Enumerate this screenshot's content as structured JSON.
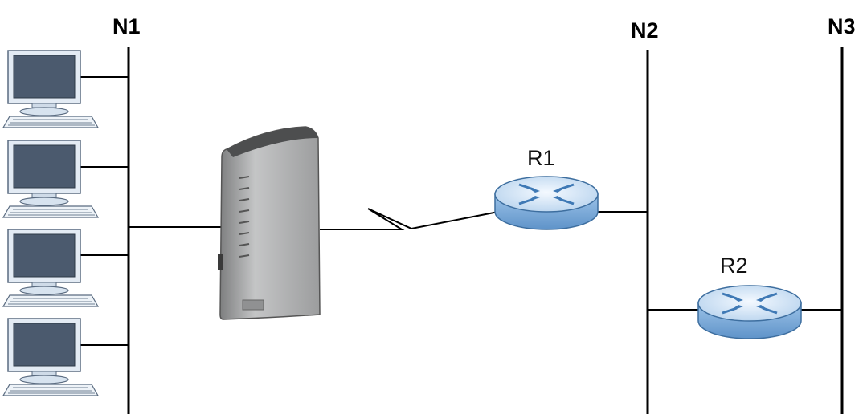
{
  "networks": {
    "n1": {
      "label": "N1"
    },
    "n2": {
      "label": "N2"
    },
    "n3": {
      "label": "N3"
    }
  },
  "routers": {
    "r1": {
      "label": "R1"
    },
    "r2": {
      "label": "R2"
    }
  },
  "icons": {
    "computer": "computer-icon",
    "gateway": "gateway-device-icon",
    "router": "router-icon",
    "wan_link": "wan-link-zigzag"
  },
  "colors": {
    "screen": "#4b5a6e",
    "monitor_frame": "#dfe8f2",
    "router_blue": "#7aa8d8",
    "router_top": "#c9def2",
    "device_gray": "#a9aaab"
  }
}
